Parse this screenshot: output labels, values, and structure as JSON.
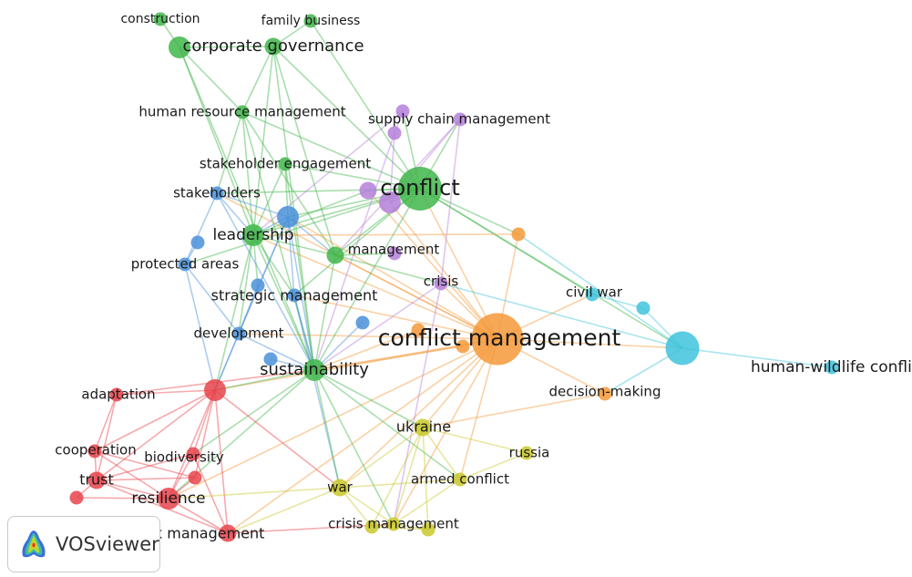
{
  "app": {
    "logo_text": "VOSviewer",
    "logo_icon": "vosviewer-heatmap-icon"
  },
  "cluster_colors": {
    "red": "#e8434b",
    "green": "#41b64a",
    "blue": "#4a90d9",
    "yellow": "#c9c82c",
    "purple": "#b580db",
    "cyan": "#3ec3dc",
    "orange": "#f5993a"
  },
  "network": {
    "nodes": [
      {
        "id": "construction",
        "label": "construction",
        "cluster": "green",
        "weight": 1
      },
      {
        "id": "family-business",
        "label": "family business",
        "cluster": "green",
        "weight": 1
      },
      {
        "id": "corporate-governance",
        "label": "corporate governance",
        "cluster": "green",
        "weight": 3
      },
      {
        "id": "corporate-governance-2",
        "label": "",
        "cluster": "green",
        "weight": 2
      },
      {
        "id": "human-resource-management",
        "label": "human resource management",
        "cluster": "green",
        "weight": 1
      },
      {
        "id": "supply-chain-management",
        "label": "supply chain management",
        "cluster": "purple",
        "weight": 1
      },
      {
        "id": "purple-a",
        "label": "",
        "cluster": "purple",
        "weight": 1
      },
      {
        "id": "purple-b",
        "label": "",
        "cluster": "purple",
        "weight": 1
      },
      {
        "id": "stakeholder-engagement",
        "label": "stakeholder engagement",
        "cluster": "green",
        "weight": 1
      },
      {
        "id": "stakeholders",
        "label": "stakeholders",
        "cluster": "blue",
        "weight": 1
      },
      {
        "id": "conflict",
        "label": "conflict",
        "cluster": "green",
        "weight": 6
      },
      {
        "id": "purple-c",
        "label": "",
        "cluster": "purple",
        "weight": 2
      },
      {
        "id": "purple-d",
        "label": "",
        "cluster": "purple",
        "weight": 3
      },
      {
        "id": "blue-big",
        "label": "",
        "cluster": "blue",
        "weight": 3
      },
      {
        "id": "leadership",
        "label": "leadership",
        "cluster": "green",
        "weight": 3
      },
      {
        "id": "blue-small",
        "label": "",
        "cluster": "blue",
        "weight": 1
      },
      {
        "id": "management",
        "label": "management",
        "cluster": "green",
        "weight": 2
      },
      {
        "id": "purple-e",
        "label": "",
        "cluster": "purple",
        "weight": 1
      },
      {
        "id": "orange-a",
        "label": "",
        "cluster": "orange",
        "weight": 1
      },
      {
        "id": "protected-areas",
        "label": "protected areas",
        "cluster": "blue",
        "weight": 1
      },
      {
        "id": "crisis",
        "label": "crisis",
        "cluster": "purple",
        "weight": 1
      },
      {
        "id": "civil-war",
        "label": "civil war",
        "cluster": "cyan",
        "weight": 1
      },
      {
        "id": "blue-c",
        "label": "",
        "cluster": "blue",
        "weight": 1
      },
      {
        "id": "strategic-management",
        "label": "strategic management",
        "cluster": "blue",
        "weight": 1
      },
      {
        "id": "cyan-a",
        "label": "",
        "cluster": "cyan",
        "weight": 1
      },
      {
        "id": "blue-d",
        "label": "",
        "cluster": "blue",
        "weight": 1
      },
      {
        "id": "orange-b",
        "label": "",
        "cluster": "orange",
        "weight": 1
      },
      {
        "id": "development",
        "label": "development",
        "cluster": "blue",
        "weight": 1
      },
      {
        "id": "conflict-management",
        "label": "conflict management",
        "cluster": "orange",
        "weight": 8
      },
      {
        "id": "orange-c",
        "label": "",
        "cluster": "orange",
        "weight": 1
      },
      {
        "id": "cyan-big",
        "label": "",
        "cluster": "cyan",
        "weight": 4
      },
      {
        "id": "blue-e",
        "label": "",
        "cluster": "blue",
        "weight": 1
      },
      {
        "id": "human-wildlife-conflict",
        "label": "human-wildlife confli",
        "cluster": "cyan",
        "weight": 1
      },
      {
        "id": "sustainability",
        "label": "sustainability",
        "cluster": "green",
        "weight": 3
      },
      {
        "id": "adaptation",
        "label": "adaptation",
        "cluster": "red",
        "weight": 1
      },
      {
        "id": "red-big",
        "label": "",
        "cluster": "red",
        "weight": 3
      },
      {
        "id": "decision-making",
        "label": "decision-making",
        "cluster": "orange",
        "weight": 1
      },
      {
        "id": "ukraine",
        "label": "ukraine",
        "cluster": "yellow",
        "weight": 2
      },
      {
        "id": "cooperation",
        "label": "cooperation",
        "cluster": "red",
        "weight": 1
      },
      {
        "id": "biodiversity",
        "label": "biodiversity",
        "cluster": "red",
        "weight": 1
      },
      {
        "id": "russia",
        "label": "russia",
        "cluster": "yellow",
        "weight": 1
      },
      {
        "id": "red-a",
        "label": "",
        "cluster": "red",
        "weight": 1
      },
      {
        "id": "trust",
        "label": "trust",
        "cluster": "red",
        "weight": 2
      },
      {
        "id": "armed-conflict",
        "label": "armed conflict",
        "cluster": "yellow",
        "weight": 1
      },
      {
        "id": "war",
        "label": "war",
        "cluster": "yellow",
        "weight": 2
      },
      {
        "id": "red-b",
        "label": "",
        "cluster": "red",
        "weight": 1
      },
      {
        "id": "resilience",
        "label": "resilience",
        "cluster": "red",
        "weight": 3
      },
      {
        "id": "crisis-management",
        "label": "crisis management",
        "cluster": "yellow",
        "weight": 1
      },
      {
        "id": "yellow-a",
        "label": "",
        "cluster": "yellow",
        "weight": 1
      },
      {
        "id": "yellow-b",
        "label": "",
        "cluster": "yellow",
        "weight": 1
      },
      {
        "id": "risk-management",
        "label": "risk management",
        "cluster": "red",
        "weight": 2
      }
    ],
    "edges": [
      [
        "conflict-management",
        "conflict"
      ],
      [
        "conflict-management",
        "leadership"
      ],
      [
        "conflict-management",
        "sustainability"
      ],
      [
        "conflict-management",
        "management"
      ],
      [
        "conflict-management",
        "crisis"
      ],
      [
        "conflict-management",
        "cyan-big"
      ],
      [
        "conflict-management",
        "ukraine"
      ],
      [
        "conflict-management",
        "war"
      ],
      [
        "conflict-management",
        "red-big"
      ],
      [
        "conflict-management",
        "decision-making"
      ],
      [
        "conflict-management",
        "orange-a"
      ],
      [
        "conflict-management",
        "blue-big"
      ],
      [
        "conflict-management",
        "purple-d"
      ],
      [
        "conflict-management",
        "strategic-management"
      ],
      [
        "conflict-management",
        "resilience"
      ],
      [
        "conflict-management",
        "armed-conflict"
      ],
      [
        "conflict-management",
        "crisis-management"
      ],
      [
        "conflict-management",
        "development"
      ],
      [
        "conflict-management",
        "civil-war"
      ],
      [
        "conflict-management",
        "stakeholders"
      ],
      [
        "conflict-management",
        "purple-c"
      ],
      [
        "conflict",
        "corporate-governance-2"
      ],
      [
        "conflict",
        "family-business"
      ],
      [
        "conflict",
        "leadership"
      ],
      [
        "conflict",
        "management"
      ],
      [
        "conflict",
        "sustainability"
      ],
      [
        "conflict",
        "supply-chain-management"
      ],
      [
        "conflict",
        "purple-a"
      ],
      [
        "conflict",
        "blue-big"
      ],
      [
        "conflict",
        "stakeholders"
      ],
      [
        "conflict",
        "cyan-big"
      ],
      [
        "conflict",
        "orange-a"
      ],
      [
        "conflict",
        "human-resource-management"
      ],
      [
        "conflict",
        "stakeholder-engagement"
      ],
      [
        "conflict",
        "civil-war"
      ],
      [
        "conflict",
        "protected-areas"
      ],
      [
        "conflict",
        "purple-d"
      ],
      [
        "corporate-governance",
        "corporate-governance-2"
      ],
      [
        "corporate-governance",
        "construction"
      ],
      [
        "corporate-governance",
        "human-resource-management"
      ],
      [
        "corporate-governance",
        "sustainability"
      ],
      [
        "corporate-governance",
        "leadership"
      ],
      [
        "corporate-governance-2",
        "family-business"
      ],
      [
        "corporate-governance-2",
        "human-resource-management"
      ],
      [
        "corporate-governance-2",
        "leadership"
      ],
      [
        "corporate-governance-2",
        "management"
      ],
      [
        "corporate-governance-2",
        "sustainability"
      ],
      [
        "human-resource-management",
        "leadership"
      ],
      [
        "human-resource-management",
        "sustainability"
      ],
      [
        "human-resource-management",
        "stakeholders"
      ],
      [
        "human-resource-management",
        "management"
      ],
      [
        "supply-chain-management",
        "purple-d"
      ],
      [
        "supply-chain-management",
        "crisis"
      ],
      [
        "supply-chain-management",
        "management"
      ],
      [
        "purple-a",
        "purple-b"
      ],
      [
        "purple-b",
        "purple-d"
      ],
      [
        "purple-a",
        "leadership"
      ],
      [
        "purple-b",
        "sustainability"
      ],
      [
        "stakeholder-engagement",
        "leadership"
      ],
      [
        "stakeholder-engagement",
        "sustainability"
      ],
      [
        "stakeholder-engagement",
        "blue-big"
      ],
      [
        "stakeholders",
        "blue-big"
      ],
      [
        "stakeholders",
        "leadership"
      ],
      [
        "stakeholders",
        "protected-areas"
      ],
      [
        "stakeholders",
        "sustainability"
      ],
      [
        "blue-big",
        "leadership"
      ],
      [
        "blue-big",
        "sustainability"
      ],
      [
        "blue-big",
        "development"
      ],
      [
        "blue-big",
        "management"
      ],
      [
        "blue-big",
        "strategic-management"
      ],
      [
        "blue-big",
        "red-big"
      ],
      [
        "leadership",
        "management"
      ],
      [
        "leadership",
        "sustainability"
      ],
      [
        "leadership",
        "strategic-management"
      ],
      [
        "leadership",
        "blue-c"
      ],
      [
        "leadership",
        "red-big"
      ],
      [
        "leadership",
        "development"
      ],
      [
        "leadership",
        "purple-c"
      ],
      [
        "management",
        "sustainability"
      ],
      [
        "management",
        "crisis"
      ],
      [
        "management",
        "purple-e"
      ],
      [
        "protected-areas",
        "development"
      ],
      [
        "protected-areas",
        "blue-small"
      ],
      [
        "protected-areas",
        "red-big"
      ],
      [
        "crisis",
        "crisis-management"
      ],
      [
        "crisis",
        "sustainability"
      ],
      [
        "civil-war",
        "cyan-a"
      ],
      [
        "cyan-a",
        "cyan-big"
      ],
      [
        "cyan-big",
        "human-wildlife-conflict"
      ],
      [
        "cyan-big",
        "orange-a"
      ],
      [
        "cyan-big",
        "decision-making"
      ],
      [
        "cyan-big",
        "crisis"
      ],
      [
        "blue-c",
        "development"
      ],
      [
        "strategic-management",
        "sustainability"
      ],
      [
        "strategic-management",
        "war"
      ],
      [
        "blue-d",
        "sustainability"
      ],
      [
        "orange-b",
        "sustainability"
      ],
      [
        "development",
        "red-big"
      ],
      [
        "development",
        "sustainability"
      ],
      [
        "orange-c",
        "sustainability"
      ],
      [
        "blue-e",
        "sustainability"
      ],
      [
        "sustainability",
        "ukraine"
      ],
      [
        "sustainability",
        "war"
      ],
      [
        "sustainability",
        "red-big"
      ],
      [
        "sustainability",
        "resilience"
      ],
      [
        "sustainability",
        "crisis-management"
      ],
      [
        "sustainability",
        "armed-conflict"
      ],
      [
        "sustainability",
        "biodiversity"
      ],
      [
        "adaptation",
        "red-big"
      ],
      [
        "adaptation",
        "cooperation"
      ],
      [
        "adaptation",
        "trust"
      ],
      [
        "adaptation",
        "sustainability"
      ],
      [
        "red-big",
        "resilience"
      ],
      [
        "red-big",
        "biodiversity"
      ],
      [
        "red-big",
        "trust"
      ],
      [
        "red-big",
        "risk-management"
      ],
      [
        "red-big",
        "cooperation"
      ],
      [
        "red-big",
        "red-a"
      ],
      [
        "red-big",
        "war"
      ],
      [
        "decision-making",
        "ukraine"
      ],
      [
        "ukraine",
        "russia"
      ],
      [
        "ukraine",
        "armed-conflict"
      ],
      [
        "ukraine",
        "war"
      ],
      [
        "ukraine",
        "crisis-management"
      ],
      [
        "ukraine",
        "yellow-a"
      ],
      [
        "ukraine",
        "yellow-b"
      ],
      [
        "cooperation",
        "trust"
      ],
      [
        "cooperation",
        "resilience"
      ],
      [
        "cooperation",
        "red-a"
      ],
      [
        "biodiversity",
        "resilience"
      ],
      [
        "biodiversity",
        "trust"
      ],
      [
        "biodiversity",
        "risk-management"
      ],
      [
        "russia",
        "armed-conflict"
      ],
      [
        "red-a",
        "trust"
      ],
      [
        "red-a",
        "resilience"
      ],
      [
        "trust",
        "resilience"
      ],
      [
        "trust",
        "red-b"
      ],
      [
        "trust",
        "risk-management"
      ],
      [
        "armed-conflict",
        "war"
      ],
      [
        "armed-conflict",
        "crisis-management"
      ],
      [
        "war",
        "resilience"
      ],
      [
        "war",
        "crisis-management"
      ],
      [
        "war",
        "risk-management"
      ],
      [
        "war",
        "yellow-a"
      ],
      [
        "red-b",
        "resilience"
      ],
      [
        "resilience",
        "risk-management"
      ],
      [
        "crisis-management",
        "yellow-a"
      ],
      [
        "crisis-management",
        "yellow-b"
      ],
      [
        "yellow-a",
        "yellow-b"
      ],
      [
        "risk-management",
        "crisis-management"
      ],
      [
        "conflict",
        "purple-c"
      ],
      [
        "conflict-management",
        "risk-management"
      ],
      [
        "orange-a",
        "leadership"
      ],
      [
        "conflict",
        "strategic-management"
      ]
    ]
  }
}
